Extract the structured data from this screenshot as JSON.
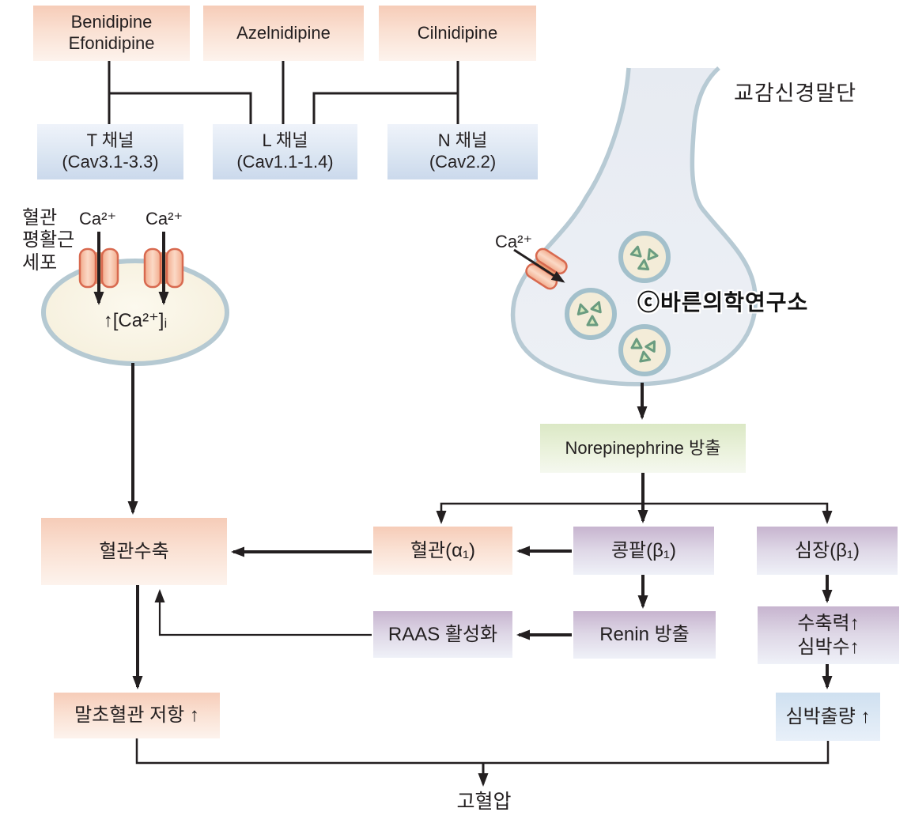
{
  "drugs": [
    {
      "label": "Benidipine\nEfonidipine"
    },
    {
      "label": "Azelnidipine"
    },
    {
      "label": "Cilnidipine"
    }
  ],
  "channels": [
    {
      "label": "T 채널\n(Cav3.1-3.3)"
    },
    {
      "label": "L 채널\n(Cav1.1-1.4)"
    },
    {
      "label": "N 채널\n(Cav2.2)"
    }
  ],
  "cell": {
    "label": "혈관\n평활근\n세포",
    "ca_left": "Ca²⁺",
    "ca_right": "Ca²⁺",
    "intracellular": "↑[Ca²⁺]ᵢ"
  },
  "synapse": {
    "label": "교감신경말단",
    "ca": "Ca²⁺",
    "watermark": "ⓒ바른의학연구소"
  },
  "flow": {
    "norepinephrine": "Norepinephrine 방출",
    "vasoconstriction": "혈관수축",
    "vessel": "혈관(α₁)",
    "kidney": "콩팥(β₁)",
    "heart": "심장(β₁)",
    "raas": "RAAS 활성화",
    "renin": "Renin 방출",
    "contractility": "수축력↑\n심박수↑",
    "cardiac_output": "심박출량 ↑",
    "peripheral_resistance": "말초혈관 저항 ↑",
    "hypertension": "고혈압"
  },
  "colors": {
    "line": "#231f20",
    "peach_top": "#f6ccb8",
    "blue_top": "#cbd9ec",
    "purple_top": "#c7b4cf",
    "green_top": "#dbe8c5",
    "lightblue": "#cfe0f0",
    "membrane": "#b7cad4",
    "cell_fill": "#f8f2e1",
    "channel_pink": "#f6bfa6"
  }
}
